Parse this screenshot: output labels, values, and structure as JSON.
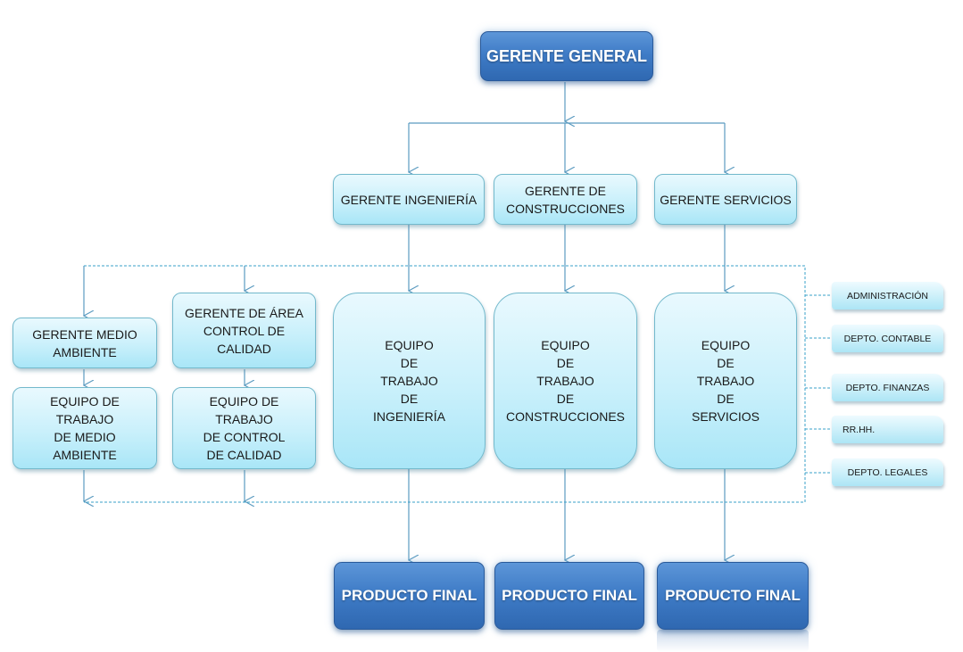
{
  "diagram": {
    "type": "organizational-chart",
    "colors": {
      "dark_box": "#3f7cc7",
      "light_box": "#c9f0fb",
      "connector_solid": "#5b9bc0",
      "connector_dashed": "#3aa0c8"
    },
    "top": {
      "general_manager": "GERENTE GENERAL"
    },
    "managers": [
      {
        "id": "ingenieria",
        "label": "GERENTE INGENIERÍA"
      },
      {
        "id": "construcciones",
        "label": "GERENTE  DE\nCONSTRUCCIONES"
      },
      {
        "id": "servicios",
        "label": "GERENTE SERVICIOS"
      }
    ],
    "teams": [
      {
        "id": "ingenieria",
        "label": "EQUIPO\nDE\nTRABAJO\nDE\nINGENIERÍA"
      },
      {
        "id": "construcciones",
        "label": "EQUIPO\nDE\nTRABAJO\nDE\nCONSTRUCCIONES"
      },
      {
        "id": "servicios",
        "label": "EQUIPO\nDE\nTRABAJO\nDE\nSERVICIOS"
      }
    ],
    "staff_managers": [
      {
        "id": "medio-ambiente",
        "label": "GERENTE MEDIO\nAMBIENTE"
      },
      {
        "id": "control-calidad",
        "label": "GERENTE DE ÁREA\nCONTROL DE\nCALIDAD"
      }
    ],
    "staff_teams": [
      {
        "id": "medio-ambiente",
        "label": "EQUIPO DE\nTRABAJO\nDE MEDIO\nAMBIENTE"
      },
      {
        "id": "control-calidad",
        "label": "EQUIPO DE\nTRABAJO\nDE CONTROL\nDE CALIDAD"
      }
    ],
    "departments": [
      {
        "id": "administracion",
        "label": "ADMINISTRACIÓN"
      },
      {
        "id": "contable",
        "label": "DEPTO.  CONTABLE"
      },
      {
        "id": "finanzas",
        "label": "DEPTO.  FINANZAS"
      },
      {
        "id": "rrhh",
        "label": "RR.HH."
      },
      {
        "id": "legales",
        "label": "DEPTO.  LEGALES"
      }
    ],
    "final_products": [
      {
        "id": "ingenieria",
        "label": "PRODUCTO FINAL"
      },
      {
        "id": "construcciones",
        "label": "PRODUCTO FINAL"
      },
      {
        "id": "servicios",
        "label": "PRODUCTO FINAL"
      }
    ]
  }
}
